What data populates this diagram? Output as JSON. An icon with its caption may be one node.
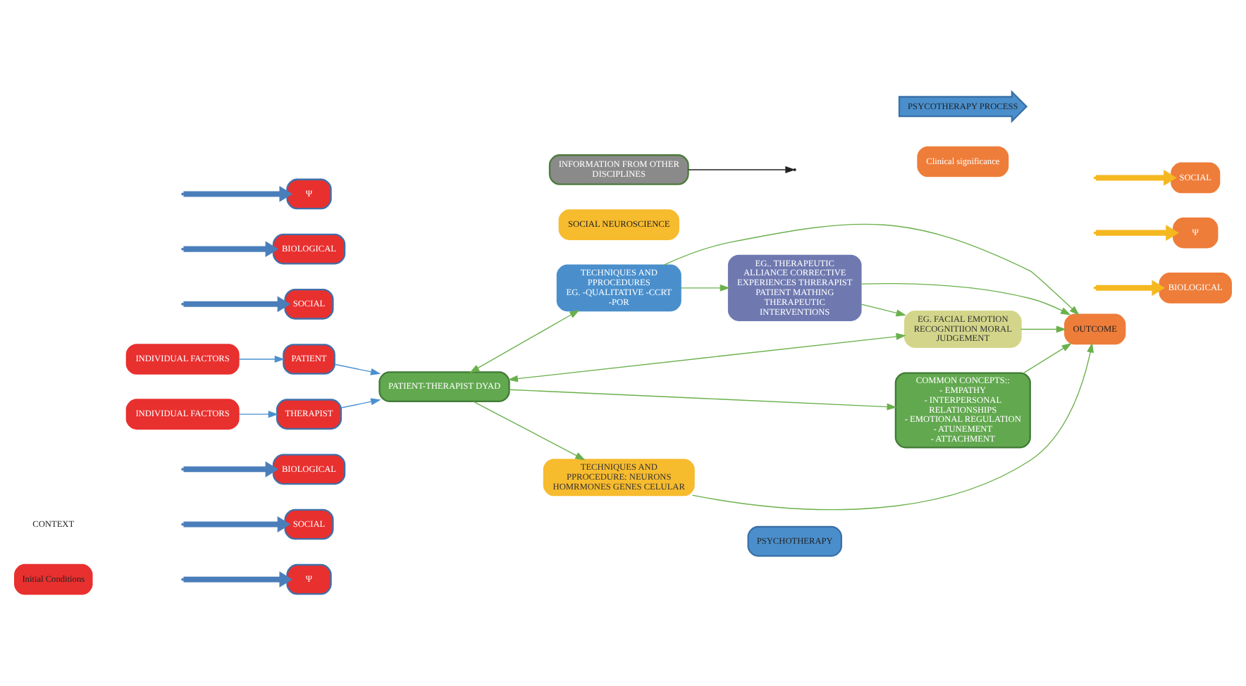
{
  "diagram": {
    "nodes": [
      {
        "text": [
          "Initial Conditions"
        ]
      },
      {
        "text": [
          "PSYCHOTHERAPY"
        ]
      },
      {
        "text": [
          "Ψ"
        ]
      },
      {
        "text": [
          "SOCIAL"
        ]
      },
      {
        "text": [
          "BIOLOGICAL"
        ]
      },
      {
        "text": [
          "INDIVIDUAL FACTORS"
        ]
      },
      {
        "text": [
          "PATIENT"
        ]
      },
      {
        "text": [
          "THERAPIST"
        ]
      },
      {
        "text": [
          "INDIVIDUAL FACTORS"
        ]
      },
      {
        "text": [
          "SOCIAL"
        ]
      },
      {
        "text": [
          "BIOLOGICAL"
        ]
      },
      {
        "text": [
          "Ψ"
        ]
      },
      {
        "text": [
          "PATIENT-THERAPIST DYAD"
        ]
      },
      {
        "text": [
          "TECHNIQUES AND PPROCEDURES",
          "EG. -QUALITATIVE -CCRT -POR"
        ]
      },
      {
        "text": [
          "EG.. THERAPEUTIC ALLIANCE CORRECTIVE EXPERIENCES THRERAPIST PATIENT MATHING THERAPEUTIC INTERVENTIONS"
        ]
      },
      {
        "text": [
          "COMMON CONCEPTS::",
          "- EMPATHY",
          "- INTERPERSONAL RELATIONSHIPS",
          "- EMOTIONAL REGULATION",
          "- ATUNEMENT",
          "- ATTACHMENT"
        ]
      },
      {
        "text": [
          "EG. FACIAL EMOTION RECOGNITIION MORAL JUDGEMENT"
        ]
      },
      {
        "text": [
          "TECHNIQUES AND PPROCEDURE: NEURONS HOMRMONES GENES CELULAR"
        ]
      },
      {
        "text": [
          "SOCIAL NEUROSCIENCE"
        ]
      },
      {
        "text": [
          "Clinical significance"
        ]
      },
      {
        "text": [
          "OUTCOME"
        ]
      },
      {
        "text": [
          "BIOLOGICAL"
        ]
      },
      {
        "text": [
          "Ψ"
        ]
      },
      {
        "text": [
          "SOCIAL"
        ]
      },
      {
        "text": [
          "INFORMATION FROM OTHER DISCIPLINES"
        ]
      },
      {
        "text": [
          "PSYCOTHERAPY PROCESS"
        ]
      }
    ],
    "edges": [
      {
        "from": null,
        "to": 2,
        "arrow": "to",
        "style": "thick",
        "color": "#4a7ebb"
      },
      {
        "from": null,
        "to": 3,
        "arrow": "to",
        "style": "thick",
        "color": "#4a7ebb"
      },
      {
        "from": null,
        "to": 4,
        "arrow": "to",
        "style": "thick",
        "color": "#4a7ebb"
      },
      {
        "from": 5,
        "to": 6,
        "arrow": "to",
        "color": "#4a90d0"
      },
      {
        "from": 8,
        "to": 7,
        "arrow": "to",
        "color": "#4a90d0"
      },
      {
        "from": null,
        "to": 9,
        "arrow": "to",
        "style": "thick",
        "color": "#4a7ebb"
      },
      {
        "from": null,
        "to": 10,
        "arrow": "to",
        "style": "thick",
        "color": "#4a7ebb"
      },
      {
        "from": null,
        "to": 11,
        "arrow": "to",
        "style": "thick",
        "color": "#4a7ebb"
      },
      {
        "from": 6,
        "to": 12,
        "arrow": "to",
        "color": "#4a90d0"
      },
      {
        "from": 7,
        "to": 12,
        "arrow": "to",
        "color": "#4a90d0"
      },
      {
        "from": 12,
        "to": 13,
        "arrow": "both"
      },
      {
        "from": 13,
        "to": 14,
        "arrow": "to"
      },
      {
        "from": 12,
        "to": 15,
        "arrow": "to"
      },
      {
        "from": 12,
        "to": 16,
        "arrow": "both"
      },
      {
        "from": 12,
        "to": 17,
        "arrow": "to"
      },
      {
        "from": 13,
        "to": 20,
        "arrow": "to"
      },
      {
        "from": 14,
        "to": 20,
        "arrow": "to"
      },
      {
        "from": 14,
        "to": 16,
        "arrow": "to"
      },
      {
        "from": 15,
        "to": 20,
        "arrow": "to"
      },
      {
        "from": 16,
        "to": 20,
        "arrow": "to"
      },
      {
        "from": 17,
        "to": 20,
        "arrow": "to"
      },
      {
        "from": null,
        "to": 21,
        "arrow": "to",
        "style": "thick",
        "color": "#f5b820"
      },
      {
        "from": null,
        "to": 22,
        "arrow": "to",
        "style": "thick",
        "color": "#f5b820"
      },
      {
        "from": null,
        "to": 23,
        "arrow": "to",
        "style": "thick",
        "color": "#f5b820"
      },
      {
        "from": 24,
        "to": null,
        "arrow": "to",
        "color": "#222222"
      }
    ],
    "labels": [
      "CONTEXT"
    ]
  }
}
